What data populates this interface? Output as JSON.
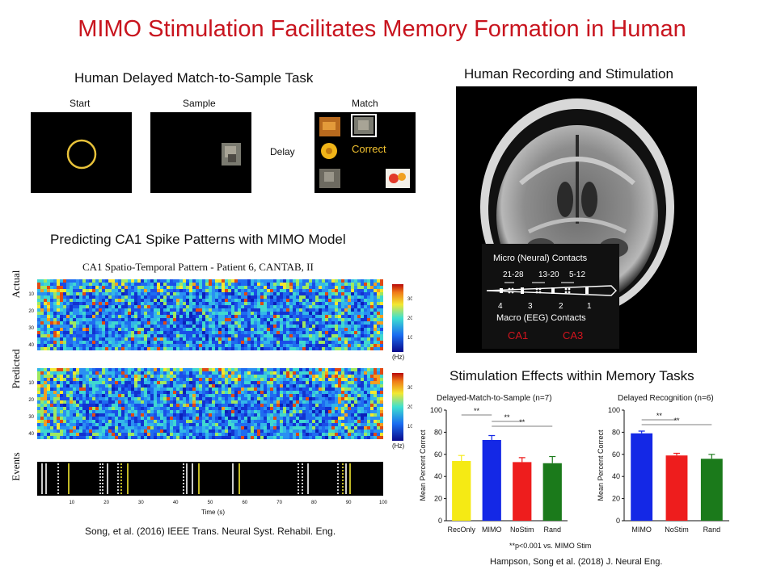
{
  "page": {
    "title": "MIMO Stimulation Facilitates Memory Formation in Human"
  },
  "task": {
    "heading": "Human Delayed Match-to-Sample Task",
    "start_label": "Start",
    "sample_label": "Sample",
    "match_label": "Match",
    "delay_label": "Delay",
    "correct_label": "Correct"
  },
  "spikes": {
    "heading": "Predicting CA1 Spike Patterns with MIMO Model",
    "figure_title": "CA1 Spatio-Temporal Pattern - Patient 6, CANTAB, II",
    "actual_label": "Actual",
    "predicted_label": "Predicted",
    "events_label": "Events",
    "row_ticks": [
      "10",
      "20",
      "30",
      "40"
    ],
    "colorbar_ticks": [
      "30",
      "20",
      "10"
    ],
    "colorbar_unit": "(Hz)",
    "time_ticks": [
      "10",
      "20",
      "30",
      "40",
      "50",
      "60",
      "70",
      "80",
      "90",
      "100"
    ],
    "time_label": "Time (s)",
    "citation": "Song, et al. (2016) IEEE Trans. Neural Syst. Rehabil. Eng."
  },
  "recording": {
    "heading": "Human Recording and Stimulation",
    "micro_label": "Micro (Neural) Contacts",
    "micro_groups": [
      "21-28",
      "13-20",
      "5-12"
    ],
    "macro_numbers": [
      "4",
      "3",
      "2",
      "1"
    ],
    "macro_label": "Macro (EEG) Contacts",
    "region_a": "CA1",
    "region_b": "CA3"
  },
  "effects": {
    "heading": "Stimulation Effects within Memory Tasks",
    "footnote": "**p<0.001 vs. MIMO Stim",
    "citation": "Hampson, Song et al. (2018) J. Neural Eng."
  },
  "chart_data": [
    {
      "type": "bar",
      "title": "Delayed-Match-to-Sample (n=7)",
      "categories": [
        "RecOnly",
        "MIMO",
        "NoStim",
        "Rand"
      ],
      "values": [
        54,
        73,
        53,
        52
      ],
      "errors": [
        5,
        4,
        4,
        6
      ],
      "colors": [
        "#f5ea14",
        "#1428e6",
        "#ee1d1d",
        "#1b7a1b"
      ],
      "ylabel": "Mean Percent Correct",
      "ylim": [
        0,
        100
      ],
      "yticks": [
        0,
        20,
        40,
        60,
        80,
        100
      ],
      "significance": [
        {
          "from": "RecOnly",
          "to": "MIMO",
          "label": "**"
        },
        {
          "from": "MIMO",
          "to": "NoStim",
          "label": "**"
        },
        {
          "from": "MIMO",
          "to": "Rand",
          "label": "**"
        }
      ]
    },
    {
      "type": "bar",
      "title": "Delayed Recognition (n=6)",
      "categories": [
        "MIMO",
        "NoStim",
        "Rand"
      ],
      "values": [
        79,
        59,
        56
      ],
      "errors": [
        2,
        2,
        4
      ],
      "colors": [
        "#1428e6",
        "#ee1d1d",
        "#1b7a1b"
      ],
      "ylabel": "Mean Percent Correct",
      "ylim": [
        0,
        100
      ],
      "yticks": [
        0,
        20,
        40,
        60,
        80,
        100
      ],
      "significance": [
        {
          "from": "MIMO",
          "to": "NoStim",
          "label": "**"
        },
        {
          "from": "MIMO",
          "to": "Rand",
          "label": "**"
        }
      ]
    }
  ]
}
